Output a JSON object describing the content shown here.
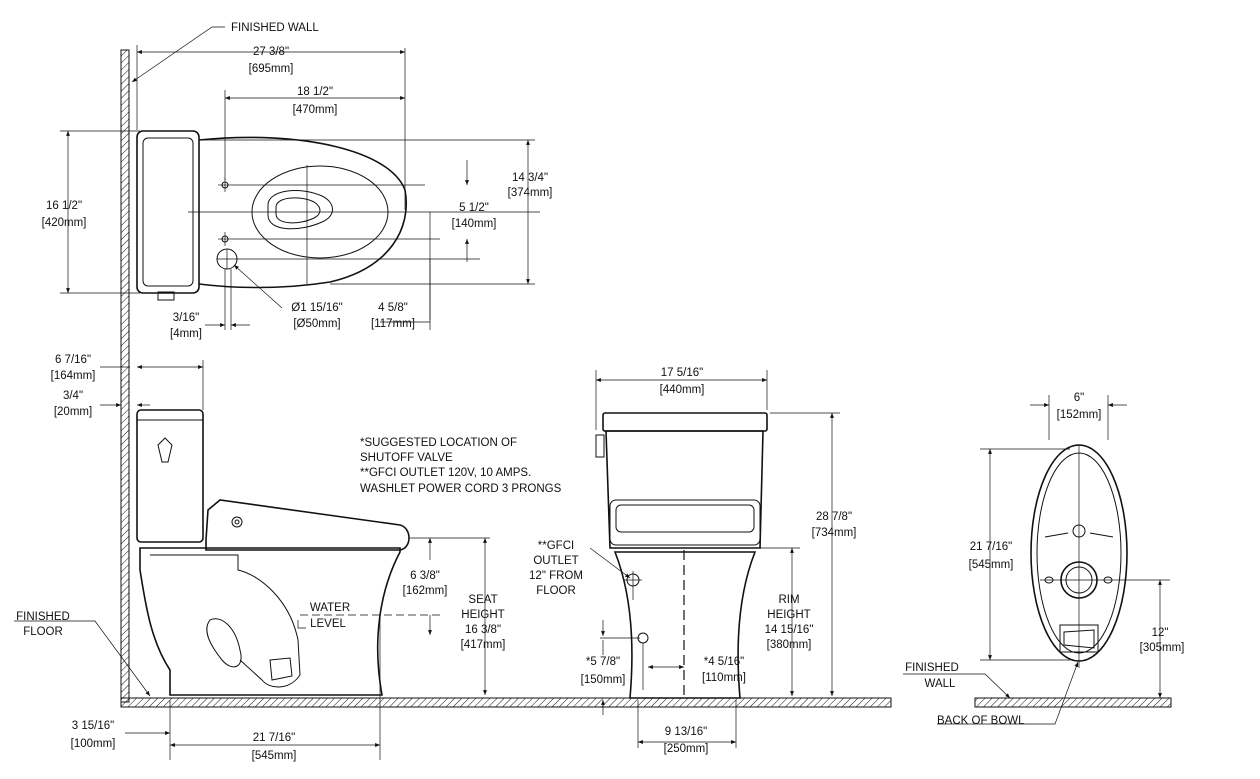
{
  "labels": {
    "finished_wall_top": "FINISHED WALL",
    "finished_floor": [
      "FINISHED",
      "FLOOR"
    ],
    "finished_wall_right": [
      "FINISHED",
      "WALL"
    ],
    "back_of_bowl": "BACK OF BOWL",
    "water_level": [
      "WATER",
      "LEVEL"
    ],
    "seat_height": [
      "SEAT",
      "HEIGHT",
      "16 3/8\"",
      "[417mm]"
    ],
    "rim_height": [
      "RIM",
      "HEIGHT",
      "14 15/16\"",
      "[380mm]"
    ],
    "gfci": [
      "**GFCI",
      "OUTLET",
      "12\" FROM",
      "FLOOR"
    ]
  },
  "notes": [
    "*SUGGESTED LOCATION OF",
    "SHUTOFF VALVE",
    "**GFCI OUTLET 120V, 10 AMPS.",
    "WASHLET POWER CORD 3 PRONGS"
  ],
  "dimensions": {
    "top_overall": [
      "27 3/8\"",
      "[695mm]"
    ],
    "top_bowl": [
      "18 1/2\"",
      "[470mm]"
    ],
    "top_width": [
      "14 3/4\"",
      "[374mm]"
    ],
    "top_tank_depth": [
      "16 1/2\"",
      "[420mm]"
    ],
    "top_bolt": [
      "5 1/2\"",
      "[140mm]"
    ],
    "top_supply": [
      "4 5/8\"",
      "[117mm]"
    ],
    "top_gap": [
      "3/16\"",
      "[4mm]"
    ],
    "top_drain": [
      "Ø1 15/16\"",
      "[Ø50mm]"
    ],
    "side_tank": [
      "6 7/16\"",
      "[164mm]"
    ],
    "side_gap": [
      "3/4\"",
      "[20mm]"
    ],
    "side_seat_drop": [
      "6 3/8\"",
      "[162mm]"
    ],
    "side_rough_in": [
      "3 15/16\"",
      "[100mm]"
    ],
    "side_length": [
      "21 7/16\"",
      "[545mm]"
    ],
    "front_width": [
      "17 5/16\"",
      "[440mm]"
    ],
    "front_height": [
      "28 7/8\"",
      "[734mm]"
    ],
    "front_valve_left": [
      "*5 7/8\"",
      "[150mm]"
    ],
    "front_valve_right": [
      "*4 5/16\"",
      "[110mm]"
    ],
    "front_base": [
      "9 13/16\"",
      "[250mm]"
    ],
    "bottom_bolts": [
      "6\"",
      "[152mm]"
    ],
    "bottom_length": [
      "21 7/16\"",
      "[545mm]"
    ],
    "bottom_rough": [
      "12\"",
      "[305mm]"
    ]
  }
}
